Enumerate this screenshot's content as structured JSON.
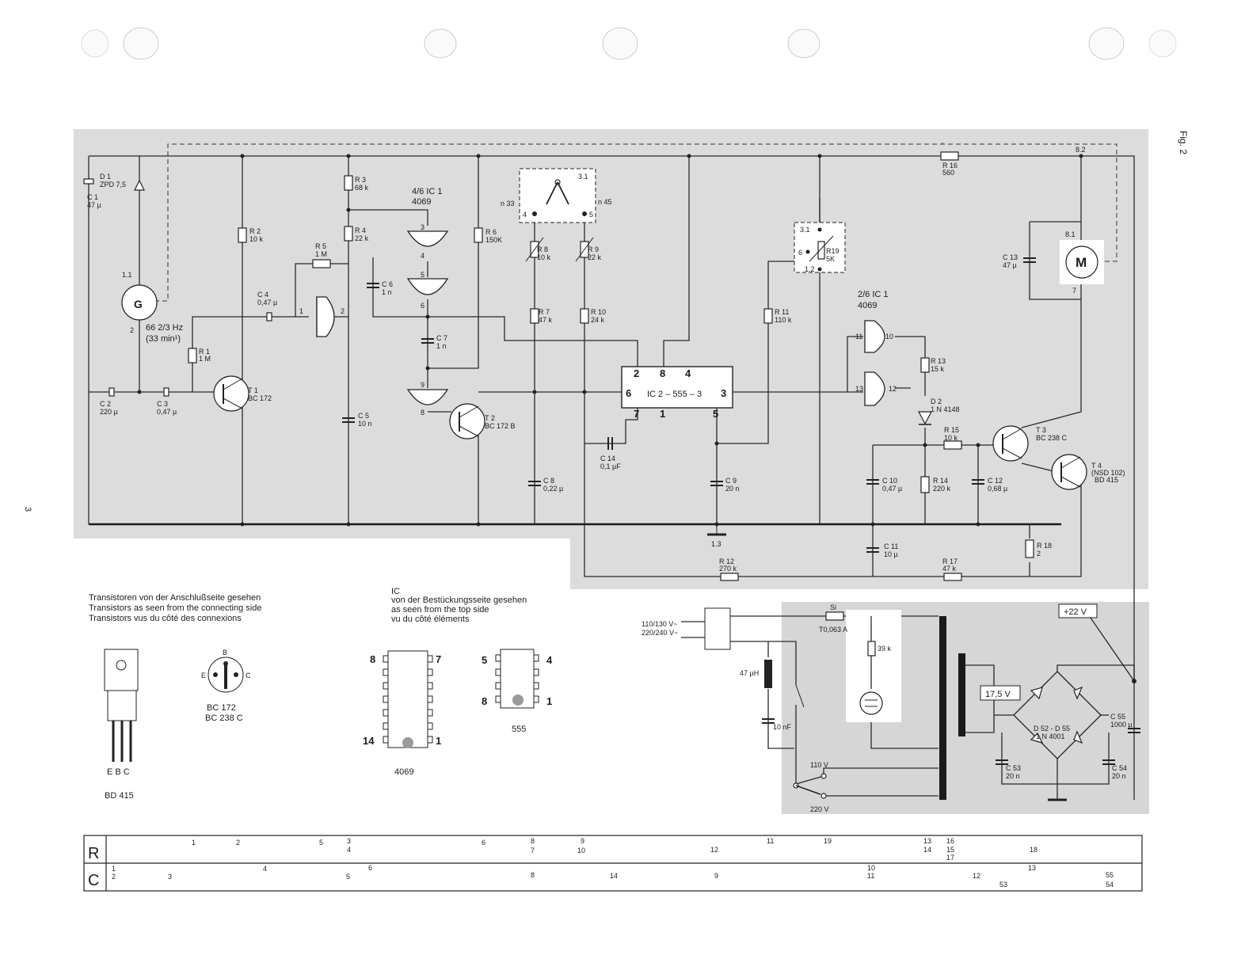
{
  "page": {
    "fig_label": "Fig. 2",
    "page_number": "3"
  },
  "components": {
    "D1": {
      "name": "D 1",
      "value": "ZPD 7,5"
    },
    "C1": {
      "name": "C 1",
      "value": "47 µ"
    },
    "G": {
      "symbol": "G",
      "node_top": "1.1",
      "node_bottom": "2",
      "freq": "66 2/3 Hz",
      "speed": "(33 min¹)"
    },
    "R1": {
      "name": "R 1",
      "value": "1 M"
    },
    "R2": {
      "name": "R 2",
      "value": "10 k"
    },
    "R3": {
      "name": "R 3",
      "value": "68 k"
    },
    "R4": {
      "name": "R 4",
      "value": "22 k"
    },
    "R5": {
      "name": "R 5",
      "value": "1 M"
    },
    "R6": {
      "name": "R 6",
      "value": "150K"
    },
    "R7": {
      "name": "R 7",
      "value": "47 k"
    },
    "R8": {
      "name": "R 8",
      "value": "10 k"
    },
    "R9": {
      "name": "R 9",
      "value": "22 k"
    },
    "R10": {
      "name": "R 10",
      "value": "24 k"
    },
    "R11": {
      "name": "R 11",
      "value": "110 k"
    },
    "R12": {
      "name": "R 12",
      "value": "270 k"
    },
    "R13": {
      "name": "R 13",
      "value": "15 k"
    },
    "R14": {
      "name": "R 14",
      "value": "220 k"
    },
    "R15": {
      "name": "R 15",
      "value": "10 k"
    },
    "R16": {
      "name": "R 16",
      "value": "560"
    },
    "R17": {
      "name": "R 17",
      "value": "47 k"
    },
    "R18": {
      "name": "R 18",
      "value": "2"
    },
    "R19": {
      "name": "R19",
      "value": "5K"
    },
    "C2": {
      "name": "C 2",
      "value": "220 µ"
    },
    "C3": {
      "name": "C 3",
      "value": "0,47 µ"
    },
    "C4": {
      "name": "C 4",
      "value": "0,47 µ"
    },
    "C5": {
      "name": "C 5",
      "value": "10 n"
    },
    "C6": {
      "name": "C 6",
      "value": "1 n"
    },
    "C7": {
      "name": "C 7",
      "value": "1 n"
    },
    "C8": {
      "name": "C 8",
      "value": "0,22 µ"
    },
    "C9": {
      "name": "C 9",
      "value": "20 n"
    },
    "C10": {
      "name": "C 10",
      "value": "0,47 µ"
    },
    "C11": {
      "name": "C 11",
      "value": "10 µ"
    },
    "C12": {
      "name": "C 12",
      "value": "0,68 µ"
    },
    "C13": {
      "name": "C 13",
      "value": "47 µ"
    },
    "C14": {
      "name": "C 14",
      "value": "0,1 µF"
    },
    "T1": {
      "name": "T 1",
      "type": "BC 172"
    },
    "T2": {
      "name": "T 2",
      "type": "BC 172 B"
    },
    "T3": {
      "name": "T 3",
      "type": "BC 238 C"
    },
    "T4": {
      "name": "T 4",
      "type": "(NSD 102)",
      "type2": "BD 415"
    },
    "D2": {
      "name": "D 2",
      "type": "1 N 4148"
    },
    "M": {
      "symbol": "M",
      "node_top": "8.1",
      "node_bottom": "7"
    },
    "ic1a": {
      "fraction": "4/6 IC 1",
      "type": "4069"
    },
    "ic1b": {
      "fraction": "2/6 IC 1",
      "type": "4069"
    },
    "ic2": {
      "label": "IC 2 – 555 – 3"
    },
    "switch_33_45": {
      "node": "3.1",
      "left": "n 33",
      "right": "n 45",
      "pin_left": "4",
      "pin_right": "5"
    },
    "switch_r19": {
      "node_top": "3.1",
      "node_bottom": "1.2",
      "pin": "6"
    },
    "nodes": {
      "n82": "8.2",
      "n13": "1.3"
    }
  },
  "ic2_pins": {
    "p2": "2",
    "p8": "8",
    "p4": "4",
    "p6": "6",
    "p3": "3",
    "p7": "7",
    "p1": "1",
    "p5": "5"
  },
  "gate_pins": {
    "g3": "3",
    "g4": "4",
    "g5": "5",
    "g6": "6",
    "g9": "9",
    "g8": "8",
    "g1": "1",
    "g2": "2",
    "g11": "11",
    "g10": "10",
    "g13": "13",
    "g12": "12"
  },
  "power": {
    "mains": "110/130 V~",
    "mains2": "220/240 V~",
    "fuse": "Si",
    "fuse_value": "T0,063 A",
    "res_39k": "39 k",
    "ind": "47 µH",
    "cap": "10 nF",
    "sel_110": "110 V",
    "sel_220": "220 V",
    "v175": "17,5 V",
    "v22": "+22 V",
    "bridge": "D 52 - D 55",
    "bridge_type": "1 N 4001",
    "c53_name": "C 53",
    "c53_value": "20 n",
    "c54_name": "C 54",
    "c54_value": "20 n",
    "c55_name": "C 55",
    "c55_value": "1000 µ"
  },
  "notes": {
    "transistors_de": "Transistoren von der Anschlußseite gesehen",
    "transistors_en": "Transistors as seen from the connecting side",
    "transistors_fr": "Transistors vus du côté des connexions",
    "ic_title": "IC",
    "ic_de": "von der Bestückungsseite gesehen",
    "ic_en": "as seen from the top side",
    "ic_fr": "vu du côté éléments"
  },
  "pinouts": {
    "bd415": {
      "pins": "E  B  C",
      "name": "BD 415"
    },
    "bc": {
      "b": "B",
      "e": "E",
      "c": "C",
      "name1": "BC 172",
      "name2": "BC 238 C"
    },
    "ic4069": {
      "p8": "8",
      "p7": "7",
      "p14": "14",
      "p1": "1",
      "name": "4069"
    },
    "ic555": {
      "p5": "5",
      "p4": "4",
      "p8": "8",
      "p1": "1",
      "name": "555"
    }
  },
  "legend_table": {
    "r_label": "R",
    "c_label": "C",
    "r_entries": [
      {
        "t": "1"
      },
      {
        "t": "2"
      },
      {
        "t": "5"
      },
      {
        "t": "3"
      },
      {
        "t": "4"
      },
      {
        "t": "6"
      },
      {
        "t": "8"
      },
      {
        "t": "7"
      },
      {
        "t": "9"
      },
      {
        "t": "10"
      },
      {
        "t": "12"
      },
      {
        "t": "11"
      },
      {
        "t": "19"
      },
      {
        "t": "13"
      },
      {
        "t": "14"
      },
      {
        "t": "16"
      },
      {
        "t": "15"
      },
      {
        "t": "17"
      },
      {
        "t": "18"
      }
    ],
    "c_entries": [
      {
        "t": "1"
      },
      {
        "t": "2"
      },
      {
        "t": "3"
      },
      {
        "t": "4"
      },
      {
        "t": "5"
      },
      {
        "t": "6"
      },
      {
        "t": "8"
      },
      {
        "t": "14"
      },
      {
        "t": "9"
      },
      {
        "t": "10"
      },
      {
        "t": "11"
      },
      {
        "t": "12"
      },
      {
        "t": "53"
      },
      {
        "t": "13"
      },
      {
        "t": "55"
      },
      {
        "t": "54"
      }
    ]
  }
}
